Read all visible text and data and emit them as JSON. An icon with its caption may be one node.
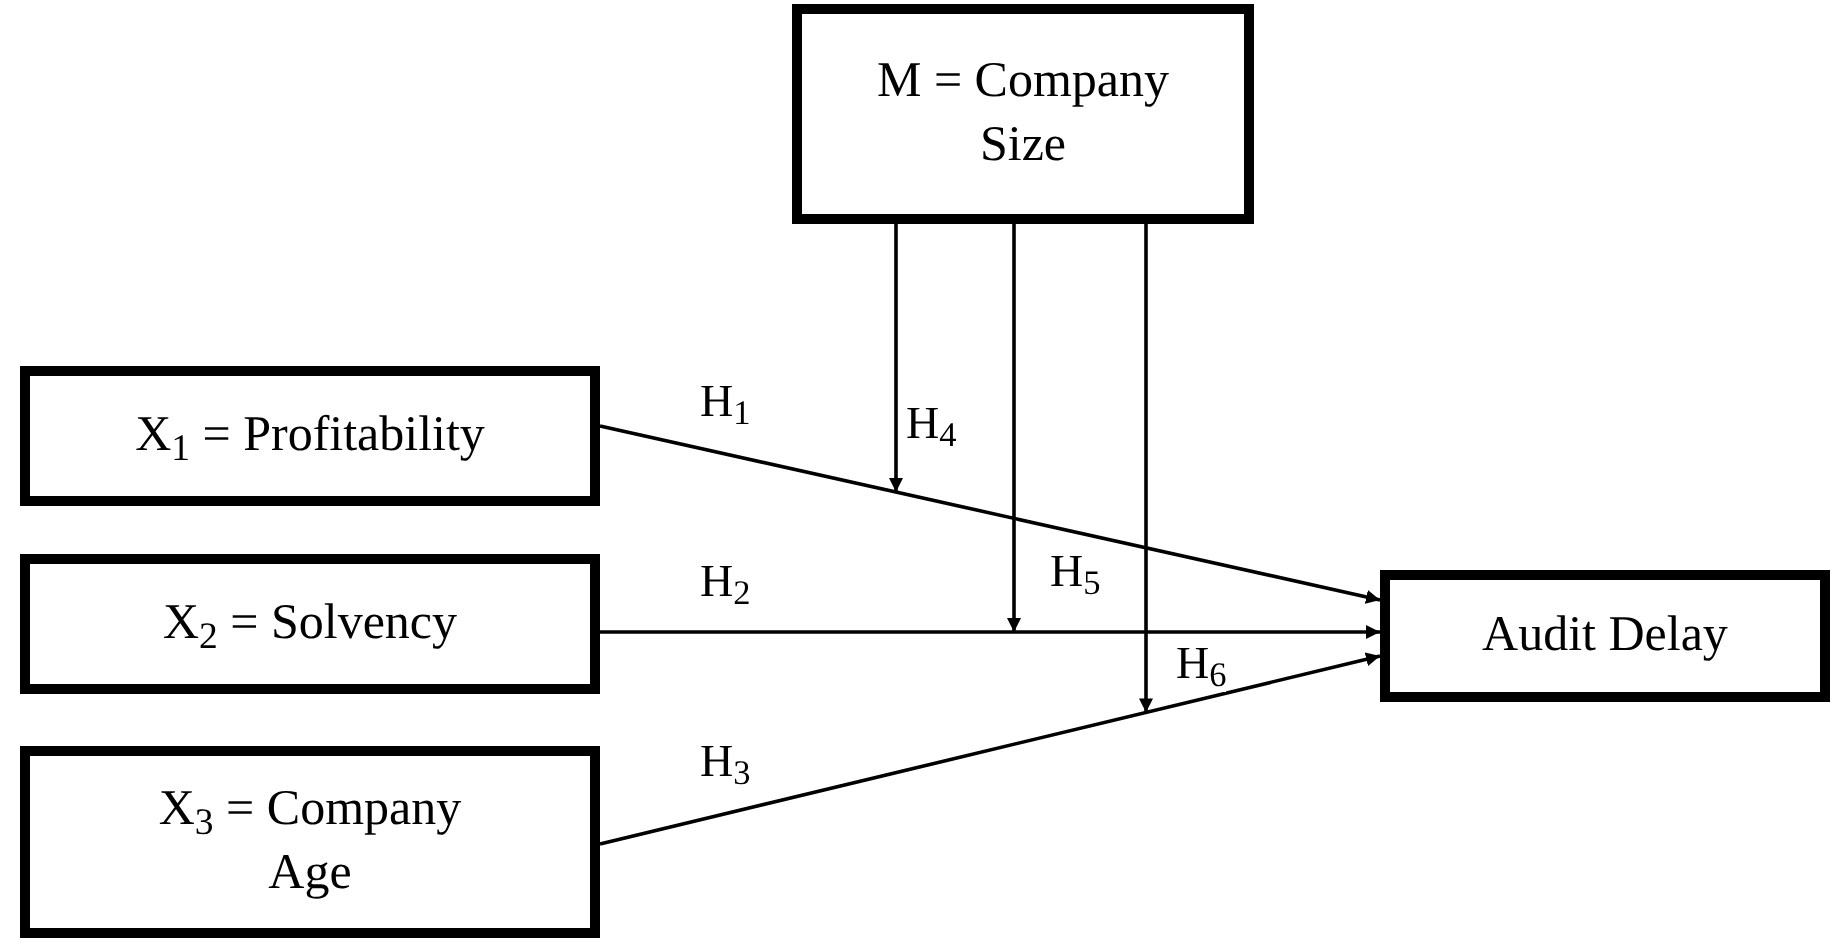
{
  "diagram": {
    "nodes": [
      {
        "text": [
          "M = Company Size"
        ]
      },
      {
        "text": [
          "X$_{1}$ = Profitability"
        ]
      },
      {
        "text": [
          "X$_{2}$ = Solvency"
        ]
      },
      {
        "text": [
          "X$_{3}$ = Company Age"
        ]
      },
      {
        "text": [
          "Audit Delay"
        ]
      }
    ],
    "edges": [
      {
        "from": 1,
        "to": 4,
        "arrow": "to",
        "label": "H$_{1}$"
      },
      {
        "from": 2,
        "to": 4,
        "arrow": "to",
        "label": "H$_{2}$"
      },
      {
        "from": 3,
        "to": 4,
        "arrow": "to",
        "label": "H$_{3}$"
      },
      {
        "from": 0,
        "to": null,
        "arrow": "to",
        "label": "H$_{4}$"
      },
      {
        "from": 0,
        "to": null,
        "arrow": "to",
        "label": "H$_{5}$"
      },
      {
        "from": 0,
        "to": null,
        "arrow": "to",
        "label": "H$_{6}$"
      }
    ]
  }
}
